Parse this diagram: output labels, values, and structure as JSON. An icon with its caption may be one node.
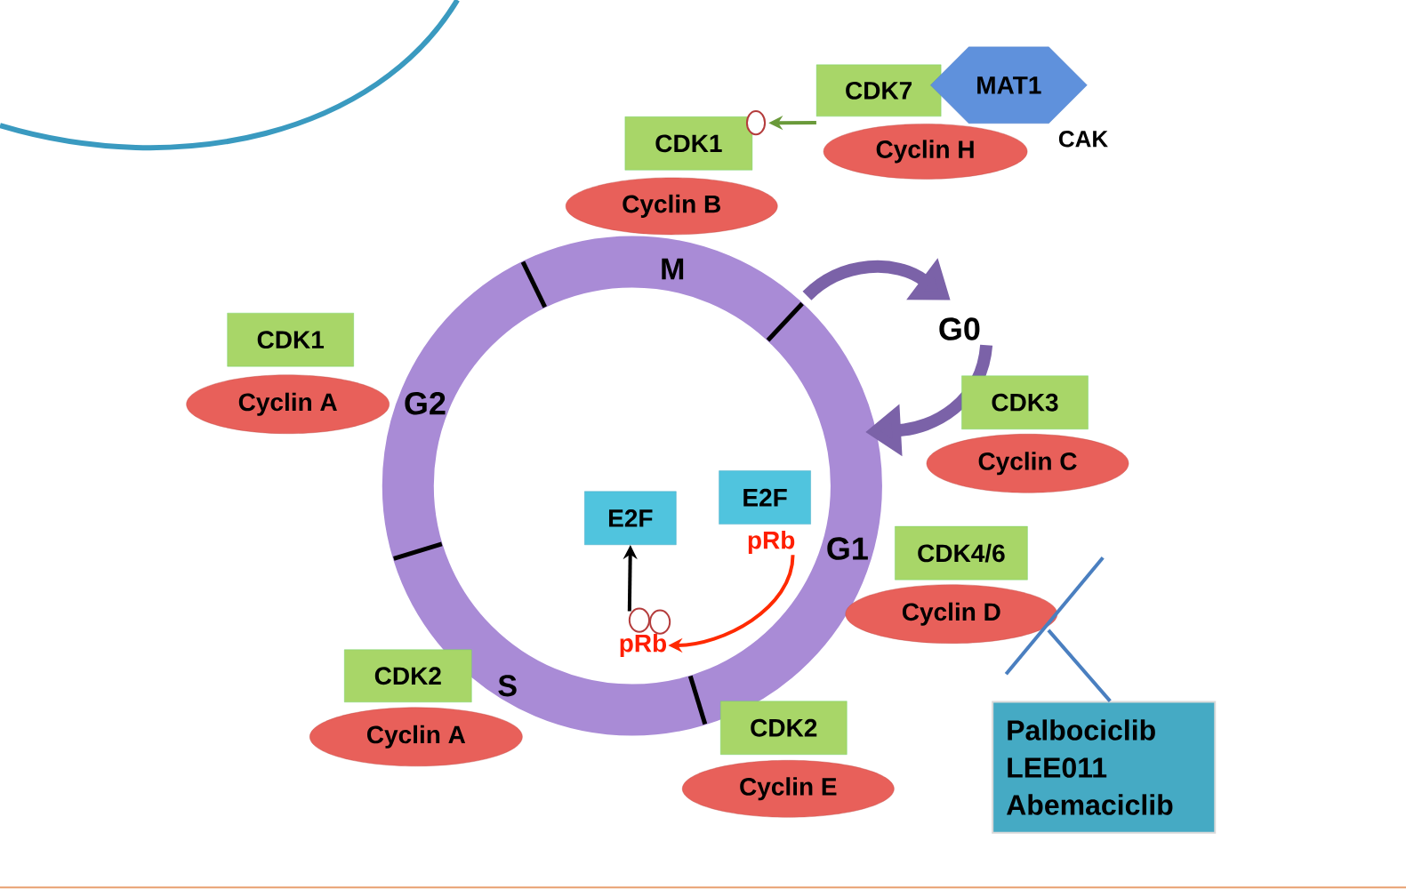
{
  "diagram": {
    "nodes": [
      {
        "text": [
          "CDK7"
        ]
      },
      {
        "text": [
          "MAT1"
        ]
      },
      {
        "text": [
          "Cyclin H"
        ]
      },
      {
        "text": [
          "CDK1"
        ]
      },
      {
        "text": [
          "Cyclin B"
        ]
      },
      {
        "text": [
          "CDK1"
        ]
      },
      {
        "text": [
          "Cyclin A"
        ]
      },
      {
        "text": [
          "CDK3"
        ]
      },
      {
        "text": [
          "Cyclin C"
        ]
      },
      {
        "text": [
          "CDK4/6"
        ]
      },
      {
        "text": [
          "Cyclin D"
        ]
      },
      {
        "text": [
          "E2F"
        ]
      },
      {
        "text": [
          "E2F"
        ]
      },
      {
        "text": [
          "pRb"
        ]
      },
      {
        "text": [
          "pRb"
        ]
      },
      {
        "text": [
          "CDK2"
        ]
      },
      {
        "text": [
          "Cyclin A"
        ]
      },
      {
        "text": [
          "CDK2"
        ]
      },
      {
        "text": [
          "Cyclin E"
        ]
      },
      {
        "text": [
          "Palbociclib",
          "LEE011",
          "Abemaciclib"
        ]
      }
    ],
    "edges": [
      {
        "from": 0,
        "to": 3,
        "arrow": "to",
        "color": "#6a9a3a"
      },
      {
        "from": 13,
        "to": 14,
        "arrow": "to",
        "color": "#ff2a00"
      },
      {
        "from": 14,
        "to": 11,
        "arrow": "to",
        "color": "#000000"
      },
      {
        "from": 19,
        "to": 10,
        "arrow": "none",
        "color": "#4a7fc0"
      }
    ],
    "labels": [
      "CAK",
      "M",
      "G0",
      "G2",
      "G1",
      "S"
    ]
  }
}
